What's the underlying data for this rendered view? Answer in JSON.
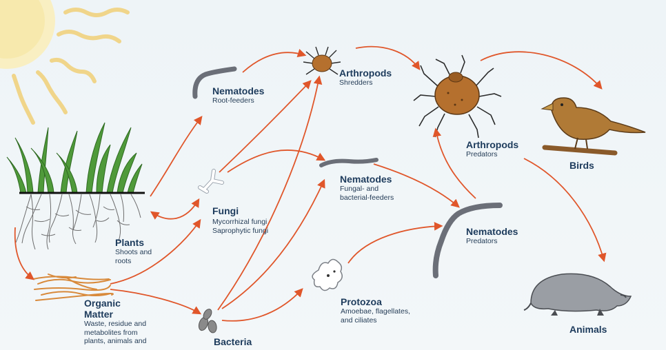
{
  "nodes": {
    "plants": {
      "title": "Plants",
      "sub1": "Shoots and",
      "sub2": "roots"
    },
    "organic": {
      "title1": "Organic",
      "title2": "Matter",
      "sub1": "Waste, residue and",
      "sub2": "metabolites from",
      "sub3": "plants, animals and"
    },
    "bacteria": {
      "title": "Bacteria"
    },
    "fungi": {
      "title": "Fungi",
      "sub1": "Mycorrhizal fungi",
      "sub2": "Saprophytic fungi"
    },
    "nematodes_root": {
      "title": "Nematodes",
      "sub": "Root-feeders"
    },
    "arthropods_shred": {
      "title": "Arthropods",
      "sub": "Shredders"
    },
    "nematodes_fb": {
      "title": "Nematodes",
      "sub1": "Fungal- and",
      "sub2": "bacterial-feeders"
    },
    "protozoa": {
      "title": "Protozoa",
      "sub1": "Amoebae, flagellates,",
      "sub2": "and ciliates"
    },
    "arthropods_pred": {
      "title": "Arthropods",
      "sub": "Predators"
    },
    "nematodes_pred": {
      "title": "Nematodes",
      "sub": "Predators"
    },
    "birds": {
      "title": "Birds"
    },
    "animals": {
      "title": "Animals"
    }
  },
  "colors": {
    "arrow": "#e0562a",
    "label": "#1d3b5c",
    "sun": "#f6e7a8",
    "grass": "#4f9a3a",
    "worm": "#6b6f78",
    "mite": "#b5702e",
    "bird": "#b07a36"
  },
  "icons": [
    "sun-icon",
    "grass-icon",
    "roots-icon",
    "organic-matter-icon",
    "bacteria-icon",
    "fungi-icon",
    "nematode-icon",
    "mite-icon",
    "protozoa-icon",
    "bird-icon",
    "mole-icon"
  ]
}
